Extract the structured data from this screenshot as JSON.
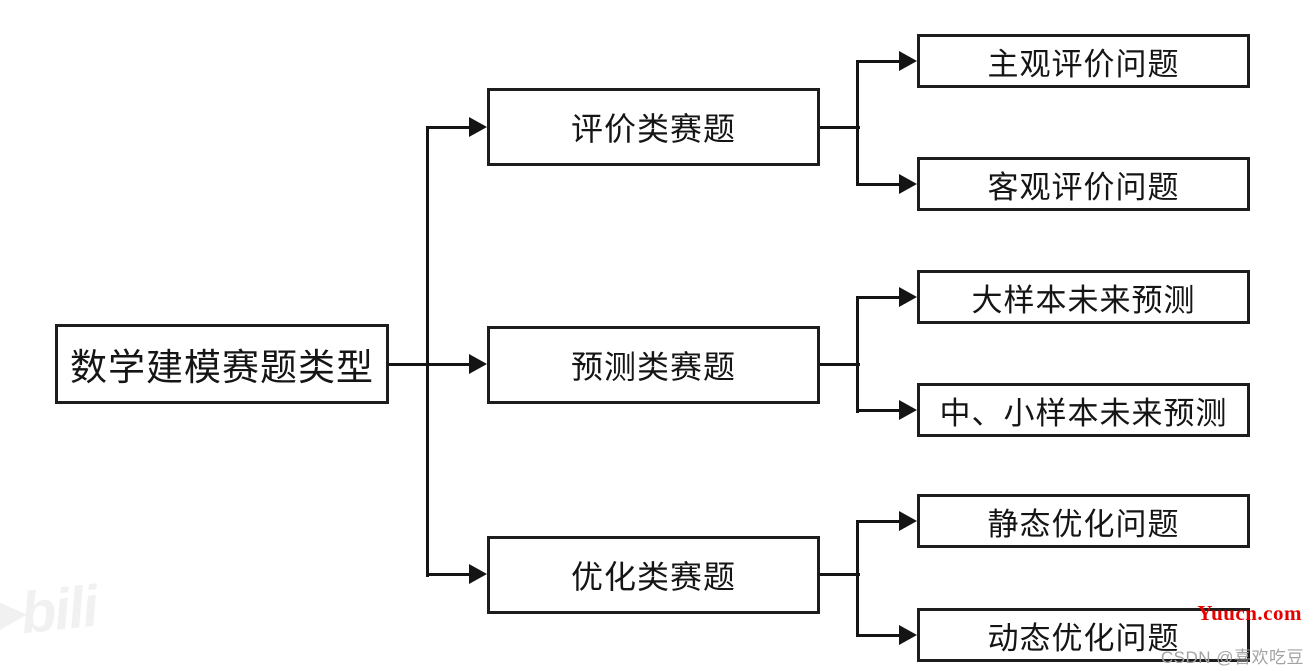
{
  "diagram": {
    "root": {
      "label": "数学建模赛题类型"
    },
    "branches": [
      {
        "label": "评价类赛题",
        "children": [
          {
            "label": "主观评价问题"
          },
          {
            "label": "客观评价问题"
          }
        ]
      },
      {
        "label": "预测类赛题",
        "children": [
          {
            "label": "大样本未来预测"
          },
          {
            "label": "中、小样本未来预测"
          }
        ]
      },
      {
        "label": "优化类赛题",
        "children": [
          {
            "label": "静态优化问题"
          },
          {
            "label": "动态优化问题"
          }
        ]
      }
    ]
  },
  "watermarks": {
    "site": "Yuucn.com",
    "csdn_credit": "CSDN @喜欢吃豆",
    "bilibili_fragment": "bili"
  },
  "colors": {
    "box_border": "#1d1d1d",
    "text": "#151515",
    "connector": "#141414",
    "site_watermark_red": "#e60000",
    "csdn_gray": "#a3a3a3"
  }
}
